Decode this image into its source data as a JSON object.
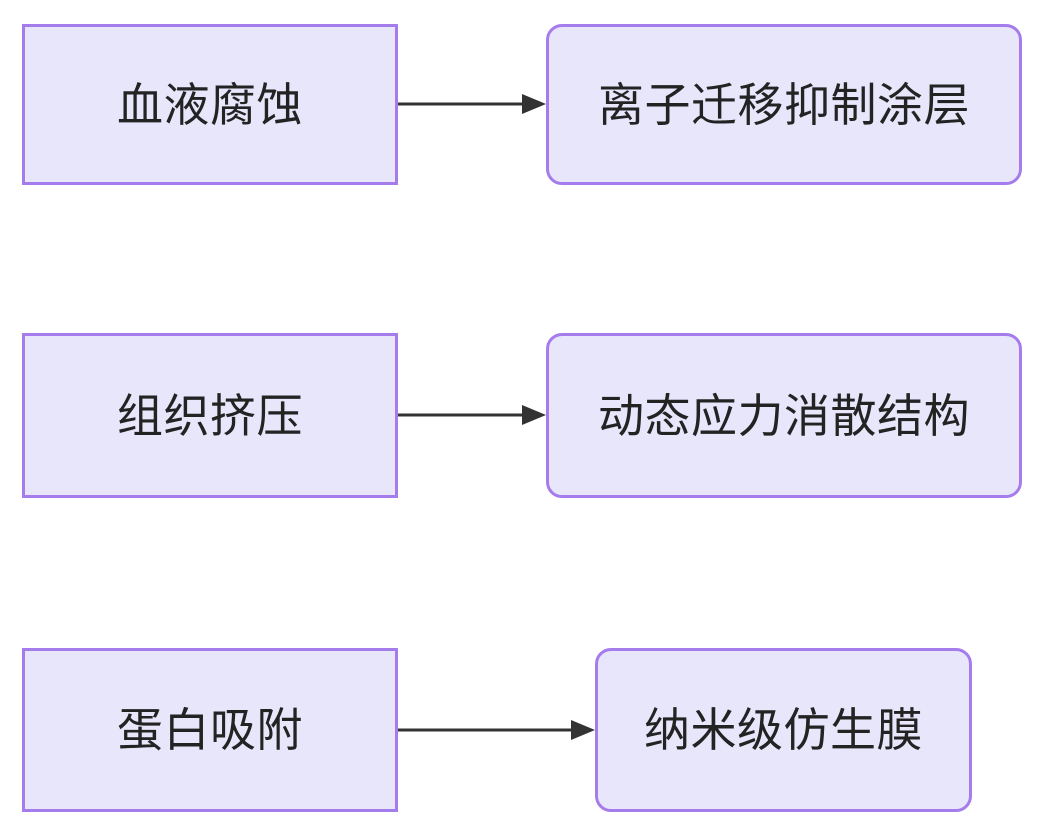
{
  "diagram": {
    "type": "flowchart",
    "orientation": "left-to-right",
    "background_color": "#ffffff",
    "node_fill_color": "#e8e6fb",
    "node_border_color": "#a57ceb",
    "node_text_color": "#232323",
    "edge_color": "#333333",
    "rows": [
      {
        "source": {
          "label": "血液腐蚀",
          "shape": "rectangle"
        },
        "target": {
          "label": "离子迁移抑制涂层",
          "shape": "rounded-rectangle"
        },
        "edge": {
          "label": "",
          "arrow": "arrow-right"
        }
      },
      {
        "source": {
          "label": "组织挤压",
          "shape": "rectangle"
        },
        "target": {
          "label": "动态应力消散结构",
          "shape": "rounded-rectangle"
        },
        "edge": {
          "label": "",
          "arrow": "arrow-right"
        }
      },
      {
        "source": {
          "label": "蛋白吸附",
          "shape": "rectangle"
        },
        "target": {
          "label": "纳米级仿生膜",
          "shape": "rounded-rectangle"
        },
        "edge": {
          "label": "",
          "arrow": "arrow-right"
        }
      }
    ]
  }
}
